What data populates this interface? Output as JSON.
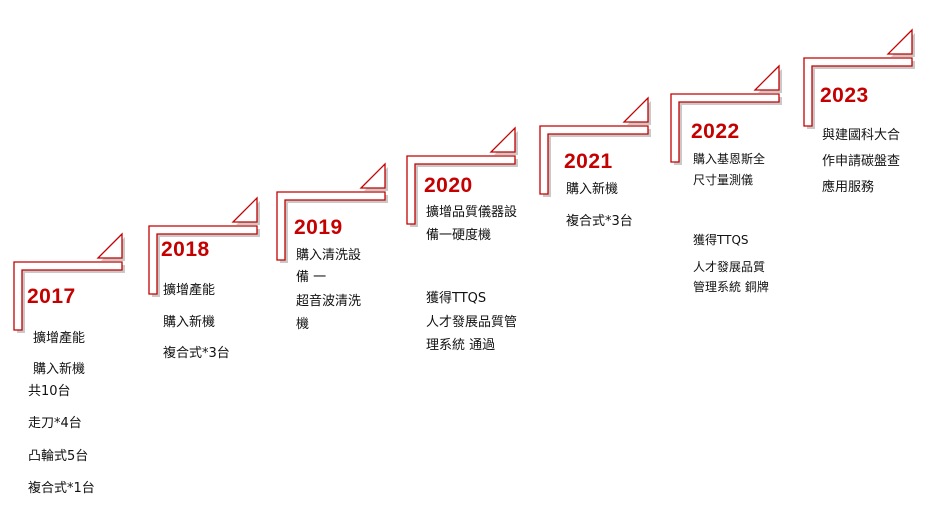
{
  "colors": {
    "accent": "#c40000",
    "text": "#111111",
    "shadow": "#9a9a9a",
    "bracket_fill": "#ffffff"
  },
  "milestones": [
    {
      "year": "2017",
      "lines": [
        "擴增產能",
        "購入新機",
        "共10台",
        "走刀*4台",
        "凸輪式5台",
        "複合式*1台"
      ]
    },
    {
      "year": "2018",
      "lines": [
        "擴增產能",
        "購入新機",
        "複合式*3台"
      ]
    },
    {
      "year": "2019",
      "lines": [
        "購入清洗設",
        "備 一",
        "超音波清洗",
        "機"
      ]
    },
    {
      "year": "2020",
      "lines": [
        "擴增品質儀器設",
        "備一硬度機",
        "獲得TTQS",
        "人才發展品質管",
        "理系統 通過"
      ]
    },
    {
      "year": "2021",
      "lines": [
        "購入新機",
        "複合式*3台"
      ]
    },
    {
      "year": "2022",
      "lines": [
        "購入基恩斯全",
        "尺寸量測儀",
        "獲得TTQS",
        "人才發展品質",
        "管理系統 銅牌"
      ]
    },
    {
      "year": "2023",
      "lines": [
        "與建國科大合",
        "作申請碳盤查",
        "應用服務"
      ]
    }
  ]
}
